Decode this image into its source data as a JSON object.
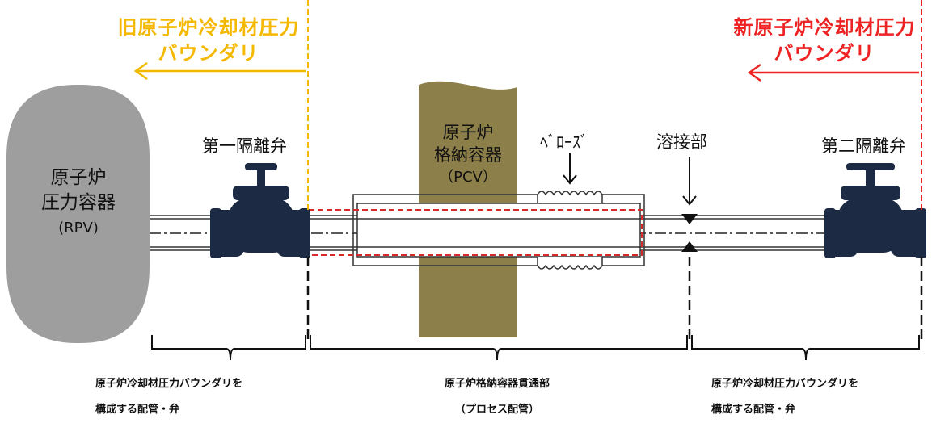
{
  "colors": {
    "old_boundary": "#f5b800",
    "new_boundary": "#ee2222",
    "rpv_fill": "#9e9e9e",
    "pcv_fill": "#8c7f49",
    "valve_fill": "#1d2a44",
    "penetration_highlight": "#d62b2b",
    "text": "#111111"
  },
  "old_boundary": {
    "line1": "旧原子炉冷却材圧力",
    "line2": "バウンダリ"
  },
  "new_boundary": {
    "line1": "新原子炉冷却材圧力",
    "line2": "バウンダリ"
  },
  "rpv": {
    "line1": "原子炉",
    "line2": "圧力容器",
    "line3": "(RPV)"
  },
  "pcv": {
    "line1": "原子炉",
    "line2": "格納容器",
    "line3": "（PCV）"
  },
  "labels": {
    "first_valve": "第一隔離弁",
    "second_valve": "第二隔離弁",
    "bellows": "ﾍﾞﾛｰｽﾞ",
    "weld": "溶接部"
  },
  "captions": {
    "left": {
      "line1": "原子炉冷却材圧力バウンダリを",
      "line2": "構成する配管・弁"
    },
    "middle": {
      "line1": "原子炉格納容器貫通部",
      "line2": "（プロセス配管）"
    },
    "right": {
      "line1": "原子炉冷却材圧力バウンダリを",
      "line2": "構成する配管・弁"
    }
  },
  "icons": [
    "arrow-left-icon",
    "valve-icon",
    "arrow-down-icon",
    "weld-marker-icon",
    "bellows-icon"
  ]
}
